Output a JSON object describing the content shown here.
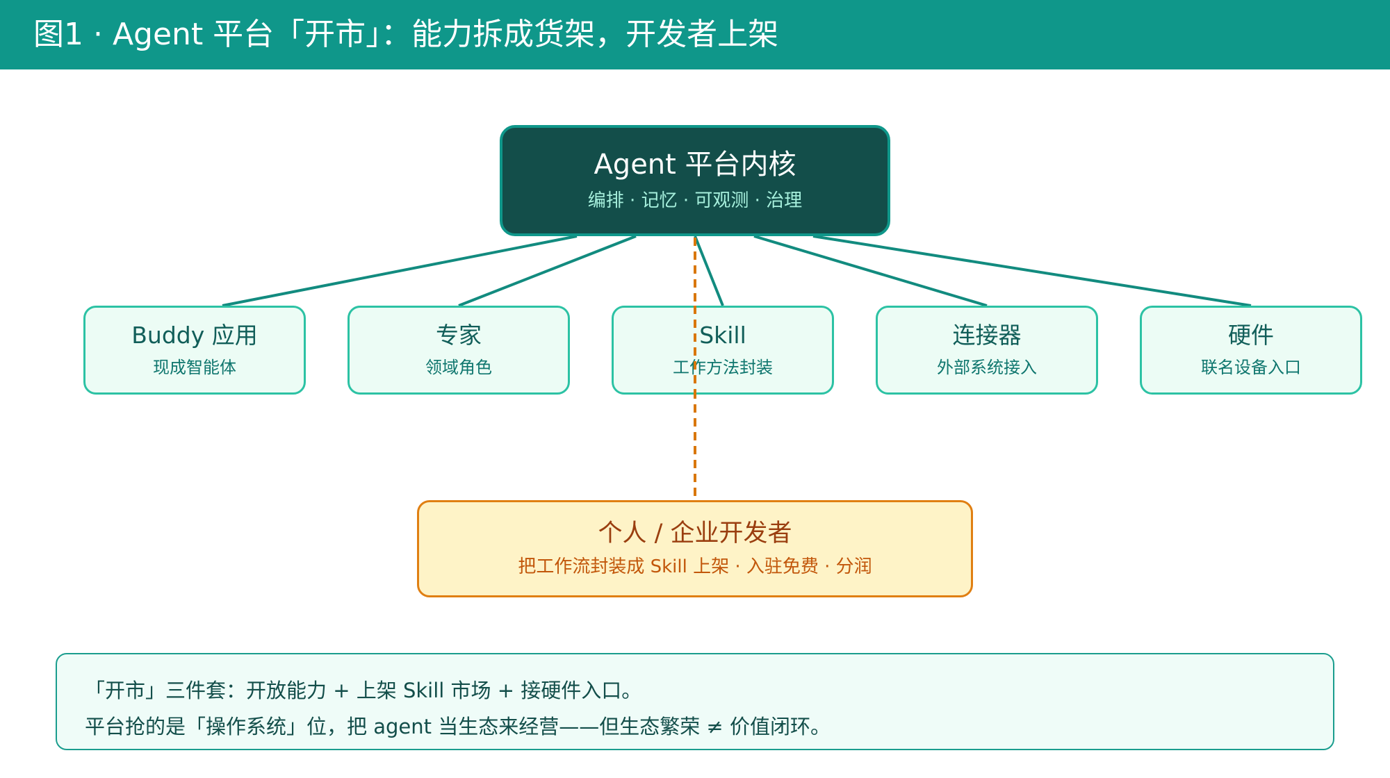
{
  "header": {
    "title": "图1 · Agent 平台「开市」：能力拆成货架，开发者上架"
  },
  "core": {
    "title": "Agent 平台内核",
    "subtitle": "编排 · 记忆 · 可观测 · 治理"
  },
  "capabilities": [
    {
      "title": "Buddy 应用",
      "subtitle": "现成智能体"
    },
    {
      "title": "专家",
      "subtitle": "领域角色"
    },
    {
      "title": "Skill",
      "subtitle": "工作方法封装"
    },
    {
      "title": "连接器",
      "subtitle": "外部系统接入"
    },
    {
      "title": "硬件",
      "subtitle": "联名设备入口"
    }
  ],
  "developer": {
    "title": "个人 / 企业开发者",
    "subtitle": "把工作流封装成 Skill 上架 · 入驻免费 · 分润"
  },
  "note": {
    "line1": "「开市」三件套：开放能力 + 上架 Skill 市场 + 接硬件入口。",
    "line2": "平台抢的是「操作系统」位，把 agent 当生态来经营——但生态繁荣 ≠ 价值闭环。"
  },
  "colors": {
    "header_bg": "#0f978a",
    "core_bg": "#134e4a",
    "capability_border": "#2cc2a4",
    "developer_border": "#e07f12",
    "connector_line": "#128b7f",
    "dashed_line": "#d9770a"
  }
}
